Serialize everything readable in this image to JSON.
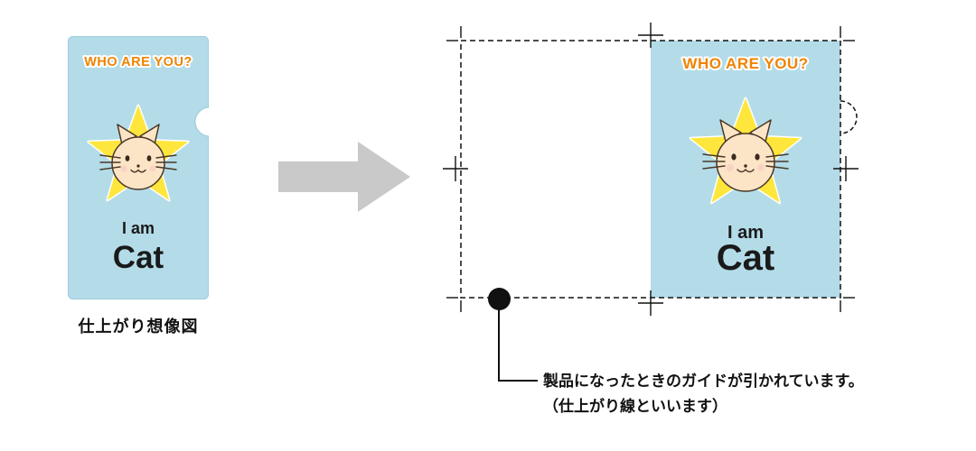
{
  "art": {
    "headline": "WHO ARE YOU?",
    "subline": "I am",
    "title": "Cat"
  },
  "mockup": {
    "caption": "仕上がり想像図"
  },
  "annotation": {
    "line1": "製品になったときのガイドが引かれています。",
    "line2": "（仕上がり線といいます）"
  },
  "colors": {
    "folder_blue": "#b3dce8",
    "headline_orange": "#f08300",
    "star_yellow": "#ffe63c",
    "cat_cream": "#fce4c6",
    "arrow_gray": "#c9c9c9",
    "ink": "#111111"
  }
}
